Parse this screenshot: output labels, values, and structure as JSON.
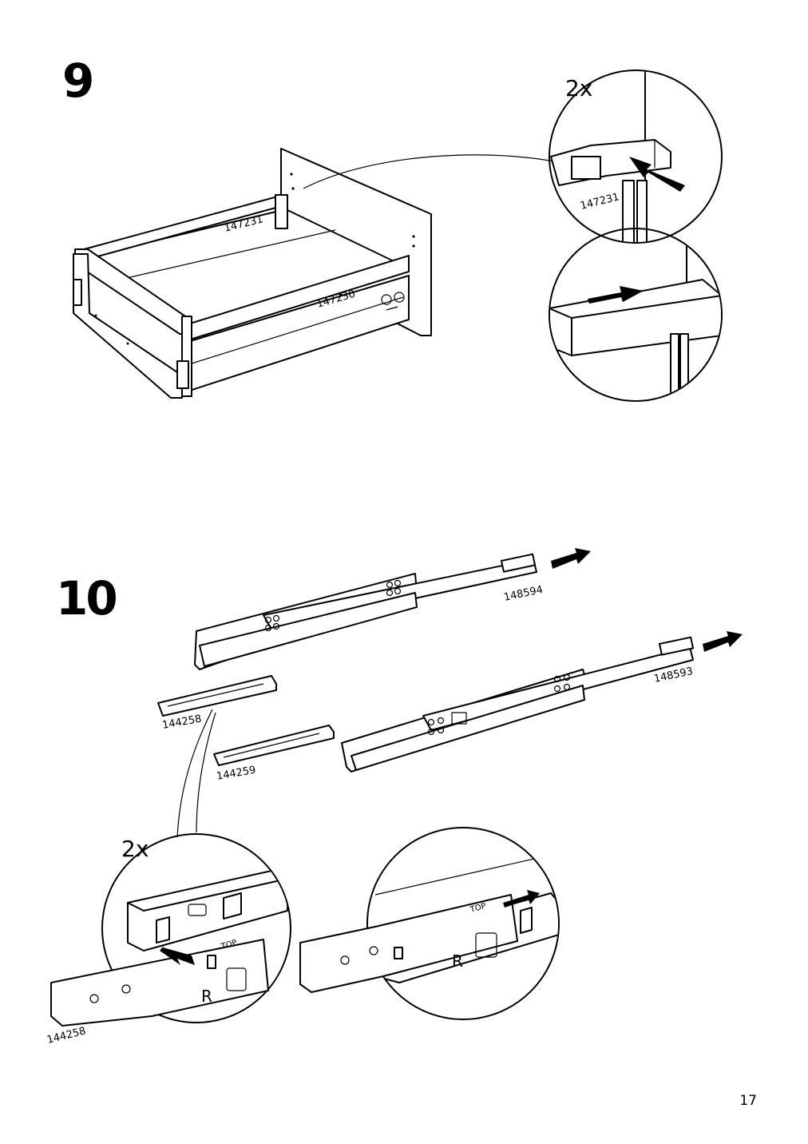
{
  "steps": [
    {
      "number": "9",
      "parts": {
        "drawer_back": "147231",
        "drawer_front": "147230"
      },
      "detail": {
        "quantity": "2x",
        "part": "147231"
      }
    },
    {
      "number": "10",
      "parts": {
        "rail_upper": "148594",
        "rail_lower": "148593",
        "clip_a": "144258",
        "clip_b": "144259"
      },
      "detail_left": {
        "quantity": "2x",
        "part": "144258",
        "marking_top": "TOP",
        "marking_side": "R"
      },
      "detail_right": {
        "marking_top": "TOP",
        "marking_side": "R"
      }
    }
  ],
  "page": {
    "number": "17"
  }
}
